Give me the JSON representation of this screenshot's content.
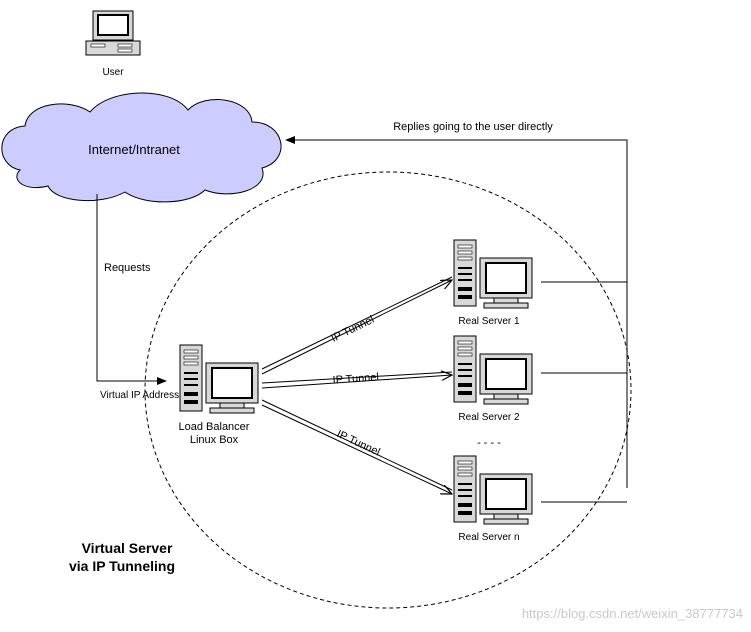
{
  "labels": {
    "user": "User",
    "cloud": "Internet/Intranet",
    "replies": "Replies going to the user directly",
    "requests": "Requests",
    "virtual_ip": "Virtual IP Address",
    "lb_line1": "Load Balancer",
    "lb_line2": "Linux Box",
    "real_server_1": "Real Server 1",
    "real_server_2": "Real Server 2",
    "real_server_n": "Real Server n",
    "tunnel": "IP Tunnel",
    "title_line1": "Virtual Server",
    "title_line2": "via IP Tunneling",
    "ellipsis": "- - - -"
  },
  "watermark": "https://blog.csdn.net/weixin_38777734",
  "colors": {
    "cloud_fill": "#ccccff",
    "monitor_screen": "#000000",
    "line": "#000000",
    "watermark": "#c9c9c9"
  }
}
